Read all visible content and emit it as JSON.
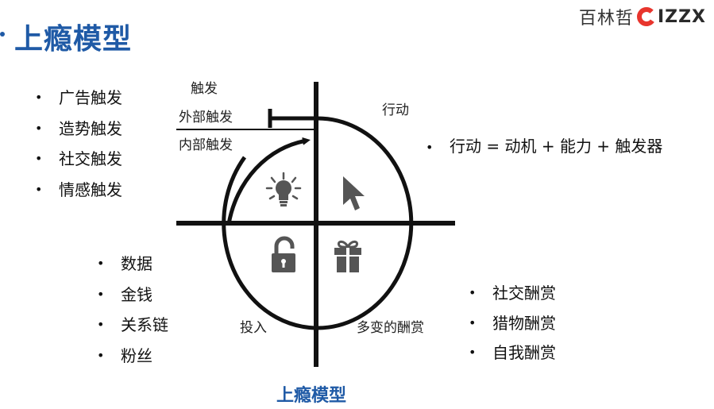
{
  "header": {
    "title": "上瘾模型",
    "logo": {
      "text_cn": "百林哲",
      "text_en": "IZZX"
    }
  },
  "left_list": [
    "广告触发",
    "造势触发",
    "社交触发",
    "情感触发"
  ],
  "investment_list": [
    "数据",
    "金钱",
    "关系链",
    "粉丝"
  ],
  "reward_list": [
    "社交酬赏",
    "猎物酬赏",
    "自我酬赏"
  ],
  "action_formula": "行动 = 动机 + 能力 + 触发器",
  "diagram": {
    "trigger_label": "触发",
    "external_trigger_label": "外部触发",
    "internal_trigger_label": "内部触发",
    "action_label": "行动",
    "investment_label": "投入",
    "reward_label": "多变的酬赏",
    "icons": [
      "lightbulb-icon",
      "cursor-icon",
      "lock-icon",
      "gift-icon"
    ],
    "icon_color": "#555555"
  },
  "caption": "上瘾模型",
  "colors": {
    "title": "#1f5aa6",
    "logo_mark": "#e8352d"
  }
}
